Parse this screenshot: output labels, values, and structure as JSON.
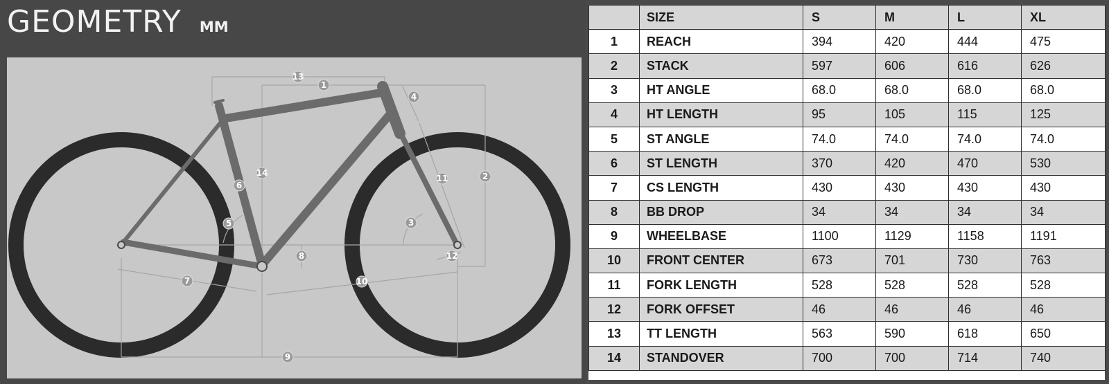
{
  "header": {
    "title": "GEOMETRY",
    "unit": "MM"
  },
  "diagram": {
    "callouts": [
      "13",
      "1",
      "4",
      "14",
      "6",
      "11",
      "2",
      "5",
      "3",
      "8",
      "12",
      "7",
      "10",
      "9"
    ]
  },
  "table": {
    "header": {
      "label": "SIZE",
      "sizes": [
        "S",
        "M",
        "L",
        "XL"
      ]
    },
    "rows": [
      {
        "num": "1",
        "name": "REACH",
        "values": [
          "394",
          "420",
          "444",
          "475"
        ]
      },
      {
        "num": "2",
        "name": "STACK",
        "values": [
          "597",
          "606",
          "616",
          "626"
        ]
      },
      {
        "num": "3",
        "name": "HT ANGLE",
        "values": [
          "68.0",
          "68.0",
          "68.0",
          "68.0"
        ]
      },
      {
        "num": "4",
        "name": "HT LENGTH",
        "values": [
          "95",
          "105",
          "115",
          "125"
        ]
      },
      {
        "num": "5",
        "name": "ST ANGLE",
        "values": [
          "74.0",
          "74.0",
          "74.0",
          "74.0"
        ]
      },
      {
        "num": "6",
        "name": "ST LENGTH",
        "values": [
          "370",
          "420",
          "470",
          "530"
        ]
      },
      {
        "num": "7",
        "name": "CS LENGTH",
        "values": [
          "430",
          "430",
          "430",
          "430"
        ]
      },
      {
        "num": "8",
        "name": "BB DROP",
        "values": [
          "34",
          "34",
          "34",
          "34"
        ]
      },
      {
        "num": "9",
        "name": "WHEELBASE",
        "values": [
          "1100",
          "1129",
          "1158",
          "1191"
        ]
      },
      {
        "num": "10",
        "name": "FRONT CENTER",
        "values": [
          "673",
          "701",
          "730",
          "763"
        ]
      },
      {
        "num": "11",
        "name": "FORK LENGTH",
        "values": [
          "528",
          "528",
          "528",
          "528"
        ]
      },
      {
        "num": "12",
        "name": "FORK OFFSET",
        "values": [
          "46",
          "46",
          "46",
          "46"
        ]
      },
      {
        "num": "13",
        "name": "TT LENGTH",
        "values": [
          "563",
          "590",
          "618",
          "650"
        ]
      },
      {
        "num": "14",
        "name": "STANDOVER",
        "values": [
          "700",
          "700",
          "714",
          "740"
        ]
      }
    ]
  },
  "colors": {
    "background": "#474747",
    "diagram_bg": "#c8c8c8",
    "frame": "#6b6b6b",
    "tire": "#2b2b2b",
    "row_alt": "#d6d6d6"
  }
}
